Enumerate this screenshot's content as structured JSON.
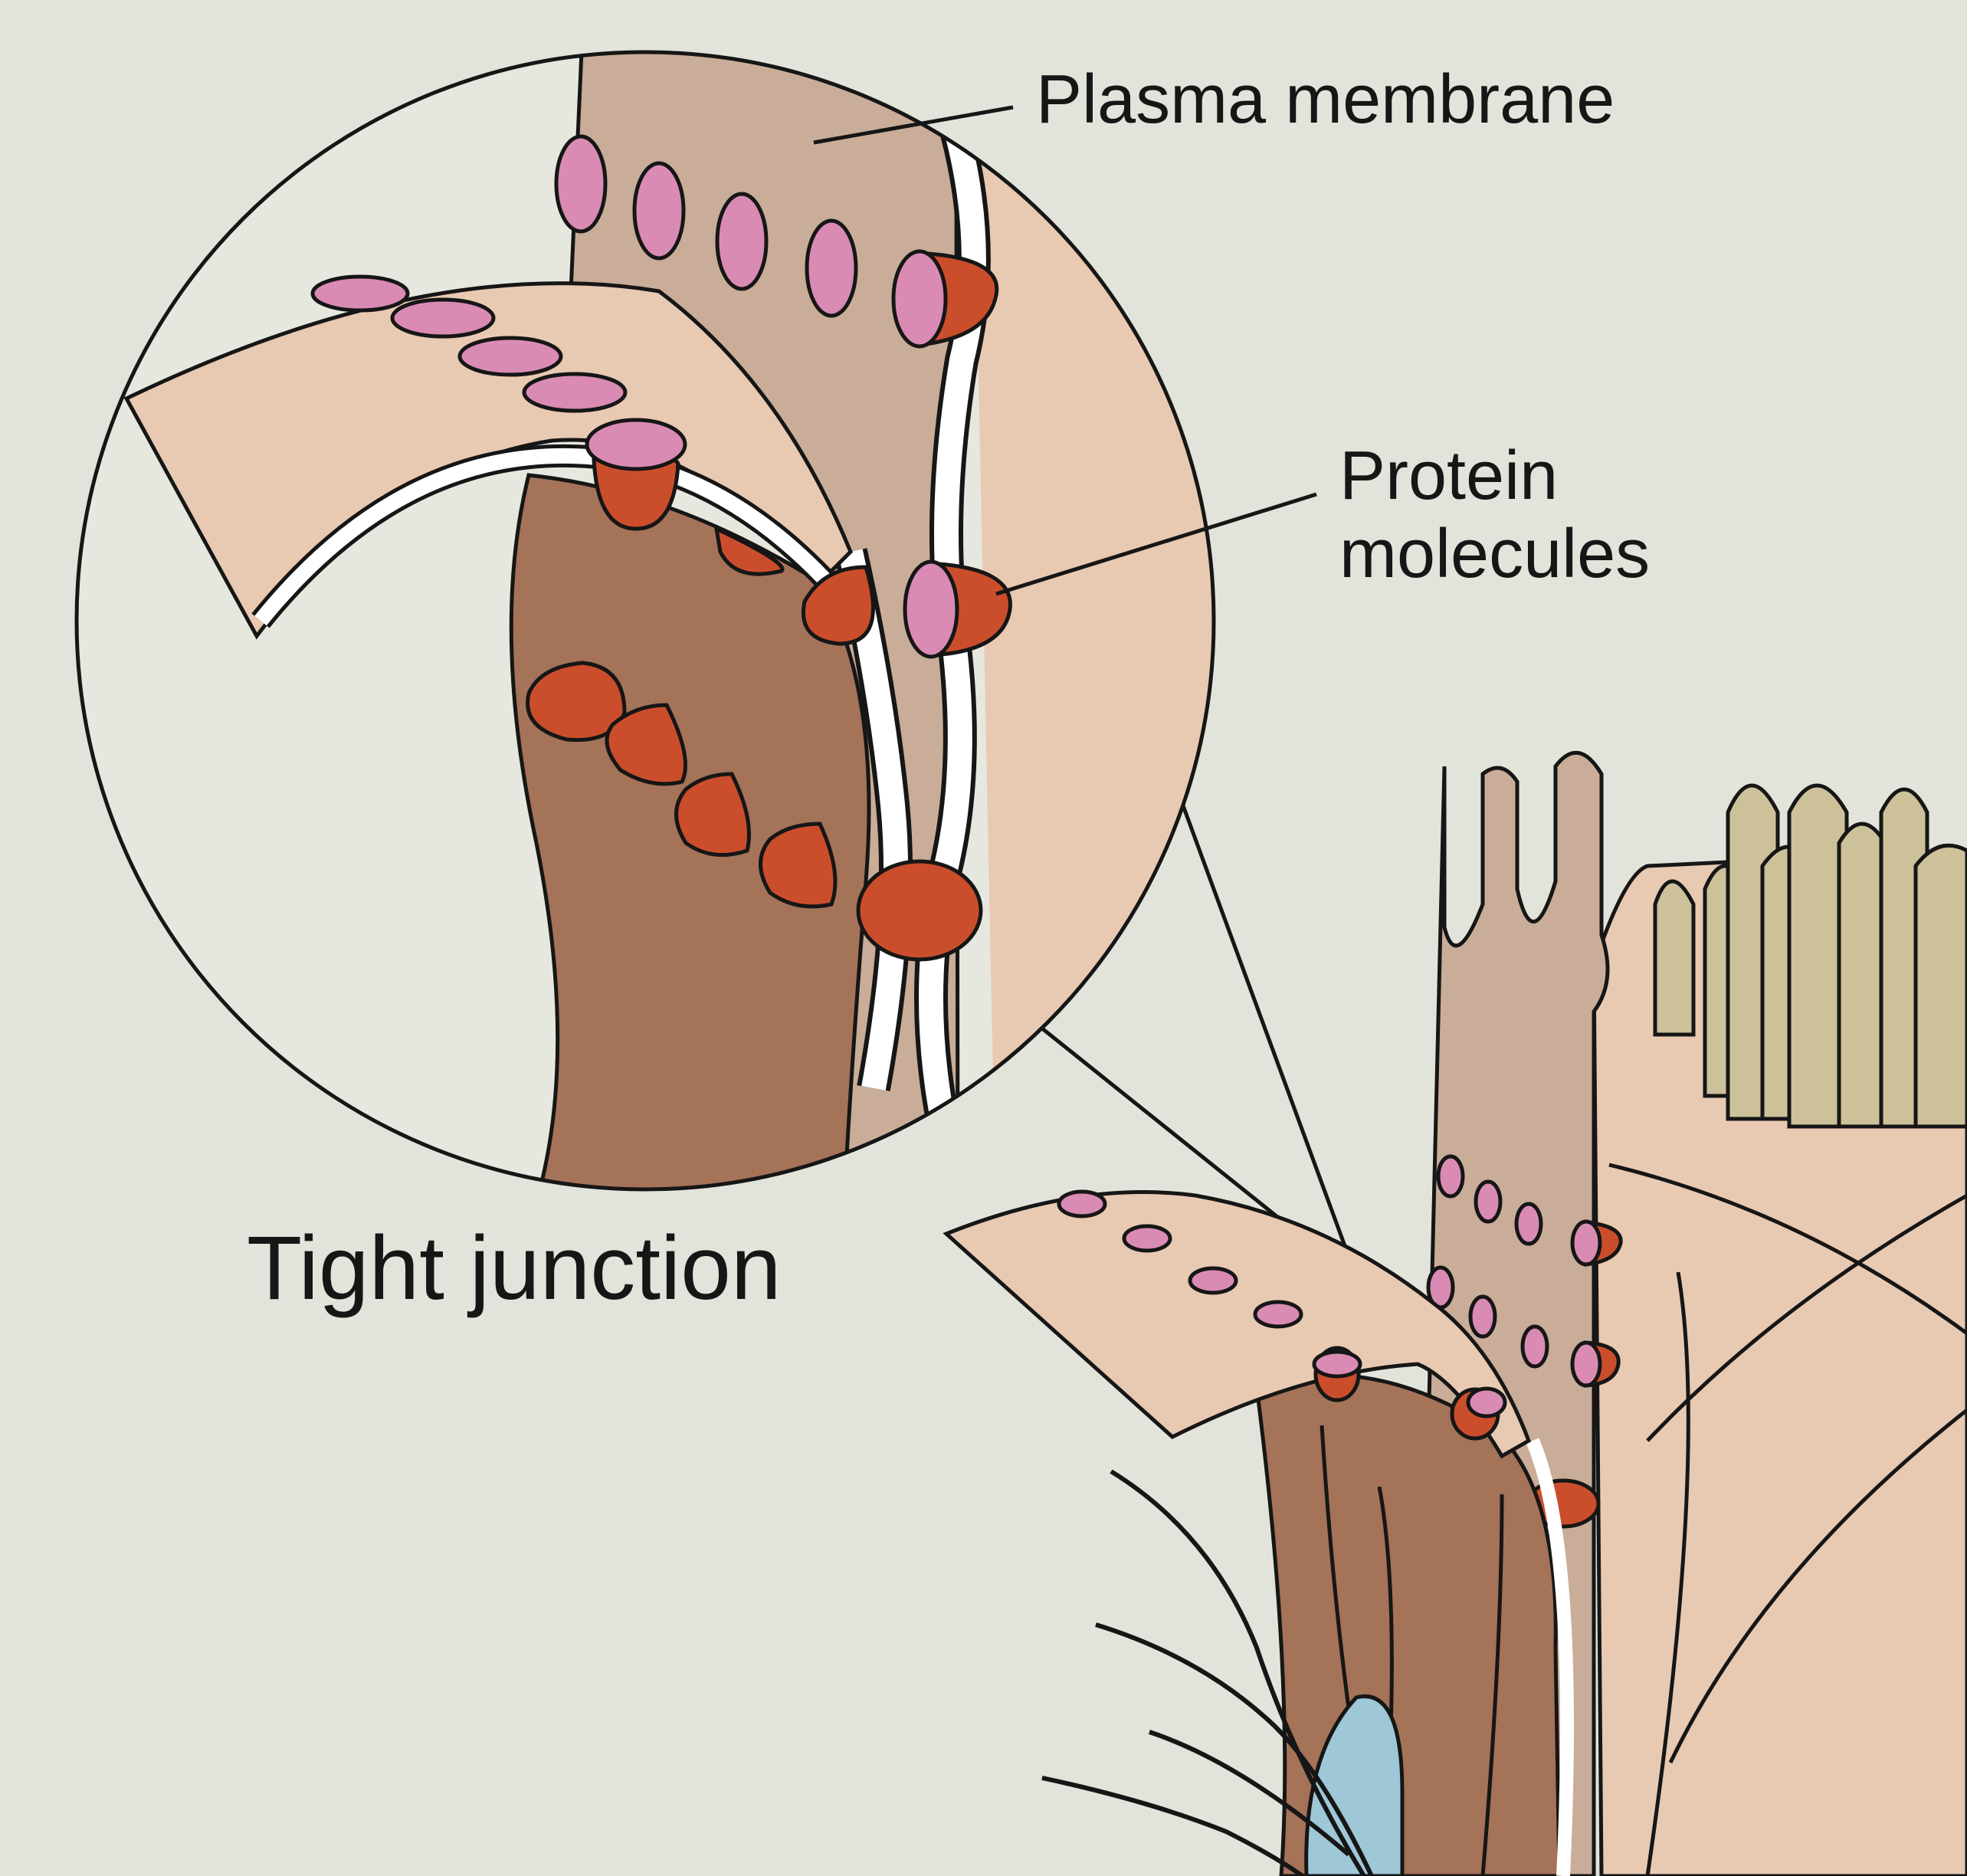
{
  "labels": {
    "plasma_membrane": "Plasma membrane",
    "protein_molecules": "Protein\nmolecules",
    "tight_junction": "Tight junction"
  },
  "colors": {
    "page_background": "#e2e3da",
    "pale_cell": "#e8c9b2",
    "mid_cell": "#c9ad98",
    "dark_cell": "#a47358",
    "protein": "#cb4e2c",
    "protein_face": "#d98bb4",
    "cilia": "#cdc19a",
    "nucleus": "#9ec7d8",
    "outline": "#161616"
  },
  "icons": [
    "protein-molecule-icon",
    "membrane-bead-icon"
  ]
}
